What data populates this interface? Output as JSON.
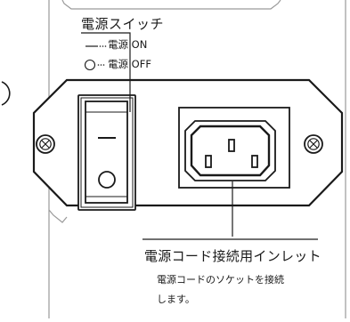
{
  "power_switch": {
    "title": "電源スイッチ",
    "legend_on": "電源 ON",
    "legend_off": "電源 OFF"
  },
  "inlet": {
    "title": "電源コード接続用インレット",
    "description_line1": "電源コードのソケットを接続",
    "description_line2": "します。"
  }
}
